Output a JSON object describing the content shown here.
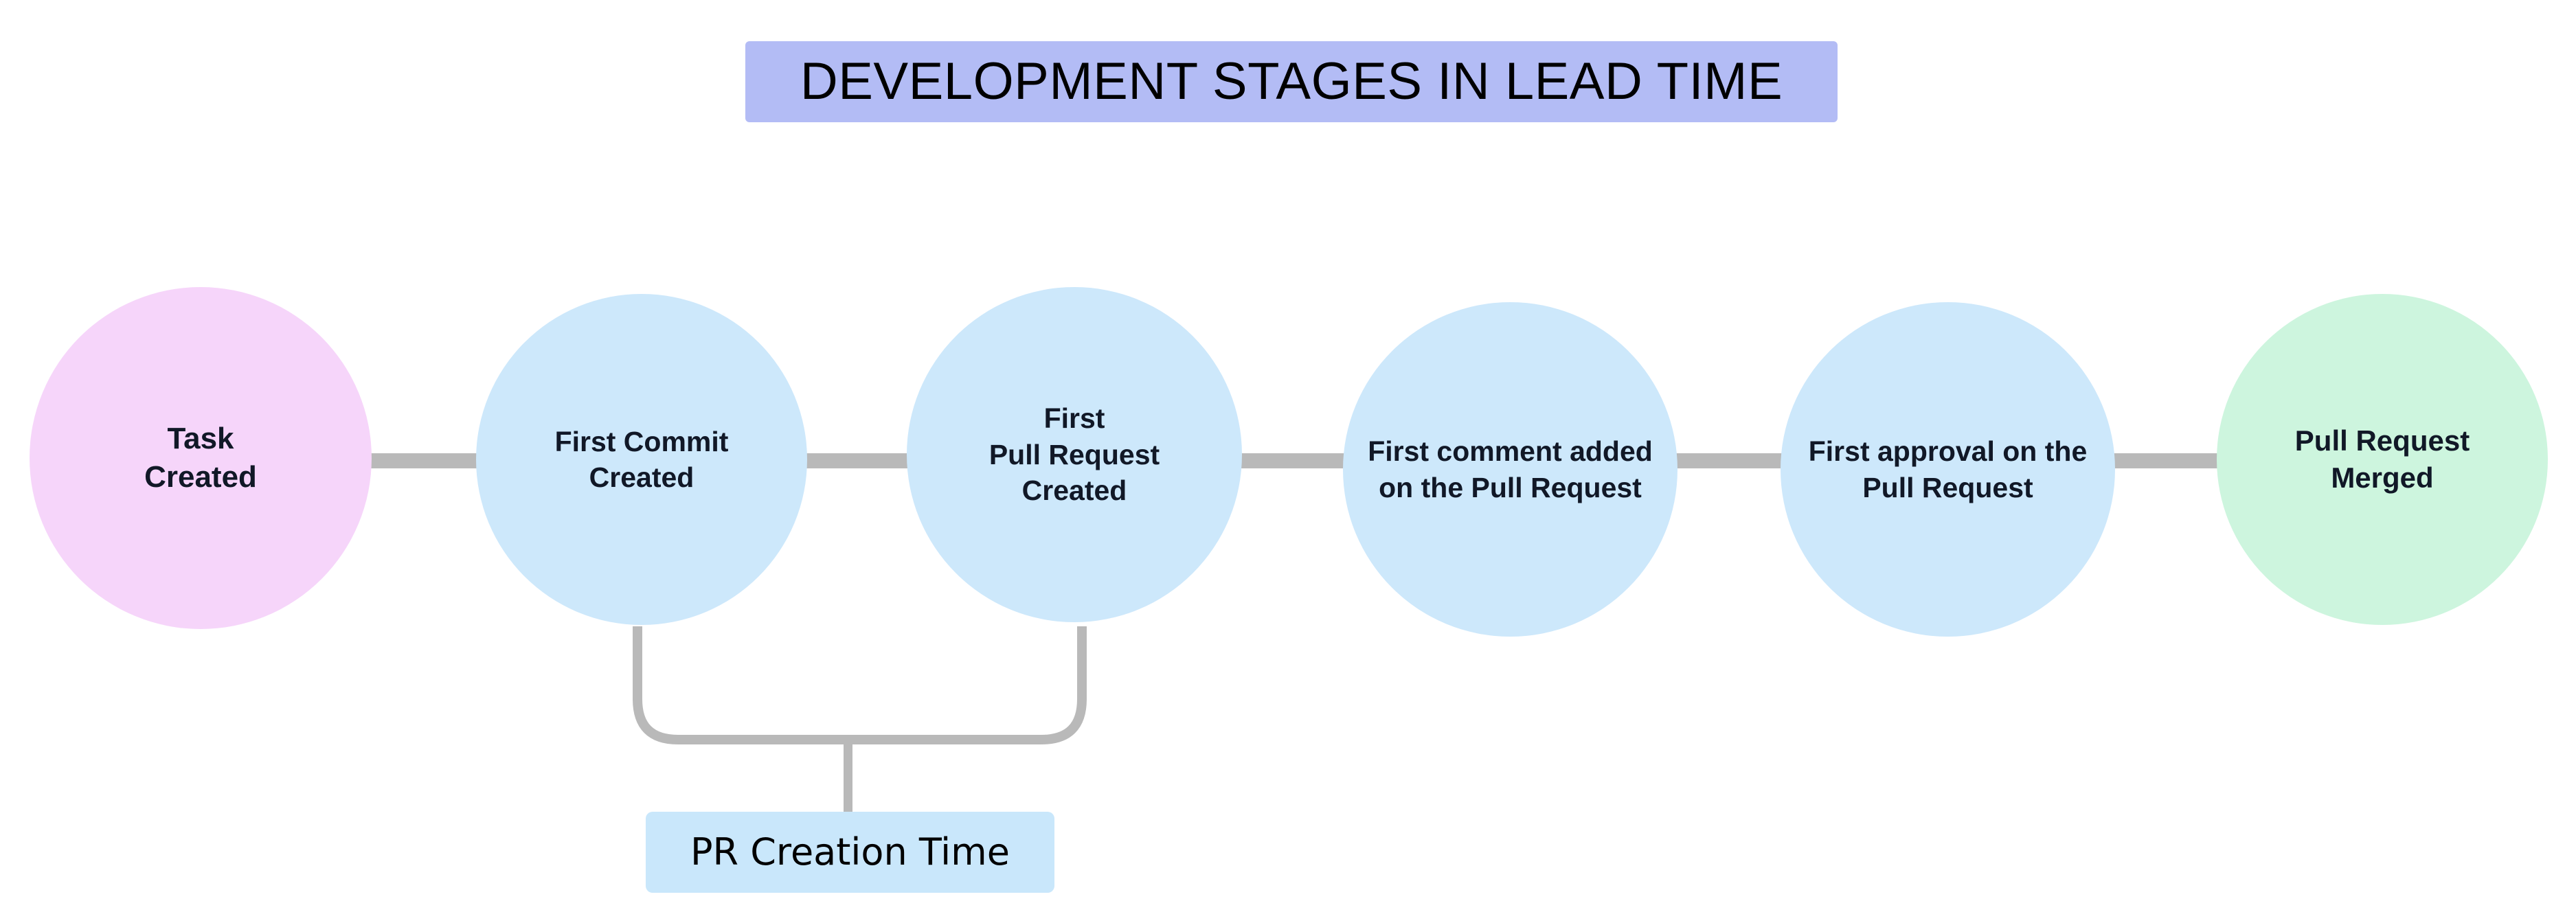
{
  "title": {
    "text": "DEVELOPMENT STAGES IN LEAD TIME",
    "background_color": "#b3bcf5",
    "text_color": "#000000"
  },
  "canvas": {
    "background_color": "#ffffff",
    "connector_color": "#b9b9b9"
  },
  "chart_data": {
    "type": "diagram",
    "diagram_kind": "process-flow-timeline",
    "title": "DEVELOPMENT STAGES IN LEAD TIME",
    "orientation": "horizontal",
    "node_shape": "circle",
    "nodes": [
      {
        "id": "task-created",
        "label": "Task\nCreated",
        "lines": [
          "Task",
          "Created"
        ],
        "color": "#f6d5fa",
        "color_name": "pink",
        "order": 1
      },
      {
        "id": "first-commit",
        "label": "First Commit\nCreated",
        "lines": [
          "First Commit",
          "Created"
        ],
        "color": "#cde8fb",
        "color_name": "blue",
        "order": 2
      },
      {
        "id": "first-pull-request",
        "label": "First\nPull Request\nCreated",
        "lines": [
          "First",
          "Pull Request",
          "Created"
        ],
        "color": "#cde8fb",
        "color_name": "blue",
        "order": 3
      },
      {
        "id": "first-comment",
        "label": "First comment added on the Pull Request",
        "lines": [
          "First comment",
          "added on the Pull",
          "Request"
        ],
        "color": "#cde8fb",
        "color_name": "blue",
        "order": 4
      },
      {
        "id": "first-approval",
        "label": "First approval on the Pull Request",
        "lines": [
          "First approval on",
          "the Pull Request"
        ],
        "color": "#cde8fb",
        "color_name": "blue",
        "order": 5
      },
      {
        "id": "pull-request-merged",
        "label": "Pull Request\nMerged",
        "lines": [
          "Pull Request",
          "Merged"
        ],
        "color": "#cdf5de",
        "color_name": "green",
        "order": 6
      }
    ],
    "edges": [
      {
        "from": "task-created",
        "to": "first-commit",
        "style": "straight"
      },
      {
        "from": "first-commit",
        "to": "first-pull-request",
        "style": "straight"
      },
      {
        "from": "first-pull-request",
        "to": "first-comment",
        "style": "straight"
      },
      {
        "from": "first-comment",
        "to": "first-approval",
        "style": "straight"
      },
      {
        "from": "first-approval",
        "to": "pull-request-merged",
        "style": "straight"
      }
    ],
    "annotations": [
      {
        "id": "pr-creation-time",
        "label": "PR Creation Time",
        "spans_from": "first-commit",
        "spans_to": "first-pull-request",
        "bracket": "below",
        "background_color": "#c9e7fb",
        "text_color": "#000000"
      }
    ]
  }
}
